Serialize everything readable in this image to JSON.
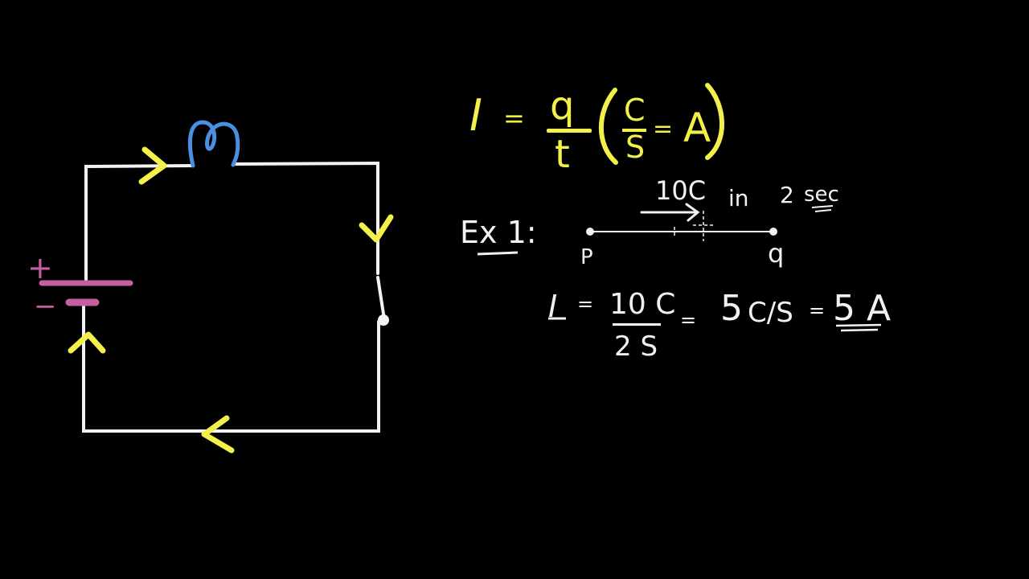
{
  "colors": {
    "background": "#000000",
    "formula": "#f4f04a",
    "wire": "#f2f2f2",
    "battery": "#c45fa0",
    "bulb": "#4a8fe0",
    "current_arrow": "#f4f04a"
  },
  "circuit": {
    "battery_plus": "+",
    "battery_minus": "−"
  },
  "formula": {
    "lhs": "I",
    "equals": "=",
    "numerator": "q",
    "denominator": "t",
    "unit_numerator": "C",
    "unit_denominator": "S",
    "unit_equals": "=",
    "unit_result": "A"
  },
  "example": {
    "label": "Ex 1:",
    "charge": "10C",
    "in_text": "in",
    "time": "2",
    "time_unit": "sec",
    "point_start": "P",
    "point_end": "q",
    "calc_lhs": "I",
    "calc_eq1": "=",
    "calc_numerator": "10 C",
    "calc_denominator": "2 S",
    "calc_eq2": "=",
    "calc_mid": "5",
    "calc_mid_unit": "C/S",
    "calc_eq3": "=",
    "calc_result": "5 A"
  }
}
